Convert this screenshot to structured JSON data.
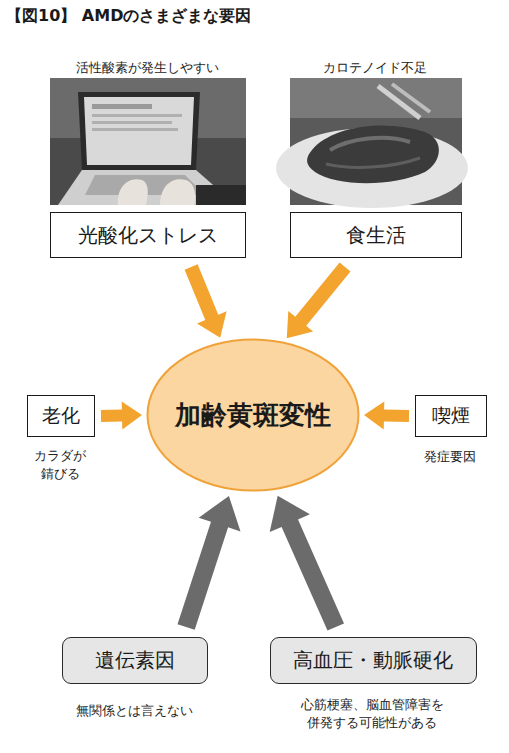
{
  "diagram": {
    "title": "【図10】 AMDのさまざまな要因",
    "nodes": [
      {
        "text": [
          "活性酸素が発生しやすい",
          "光酸化ストレス"
        ]
      },
      {
        "text": [
          "カロテノイド不足",
          "食生活"
        ]
      },
      {
        "text": [
          "老化",
          "カラダが 錆びる"
        ]
      },
      {
        "text": [
          "加齢黄斑変性"
        ]
      },
      {
        "text": [
          "喫煙",
          "発症要因"
        ]
      },
      {
        "text": [
          "遺伝素因",
          "無関係とは言えない"
        ]
      },
      {
        "text": [
          "高血圧・動脈硬化",
          "心筋梗塞、脳血管障害を 併発する可能性がある"
        ]
      }
    ],
    "edges": [
      {
        "from": 0,
        "to": 3,
        "arrow": "to"
      },
      {
        "from": 1,
        "to": 3,
        "arrow": "to"
      },
      {
        "from": 2,
        "to": 3,
        "arrow": "to"
      },
      {
        "from": 4,
        "to": 3,
        "arrow": "to"
      },
      {
        "from": 5,
        "to": 3,
        "arrow": "to"
      },
      {
        "from": 6,
        "to": 3,
        "arrow": "to"
      }
    ]
  }
}
